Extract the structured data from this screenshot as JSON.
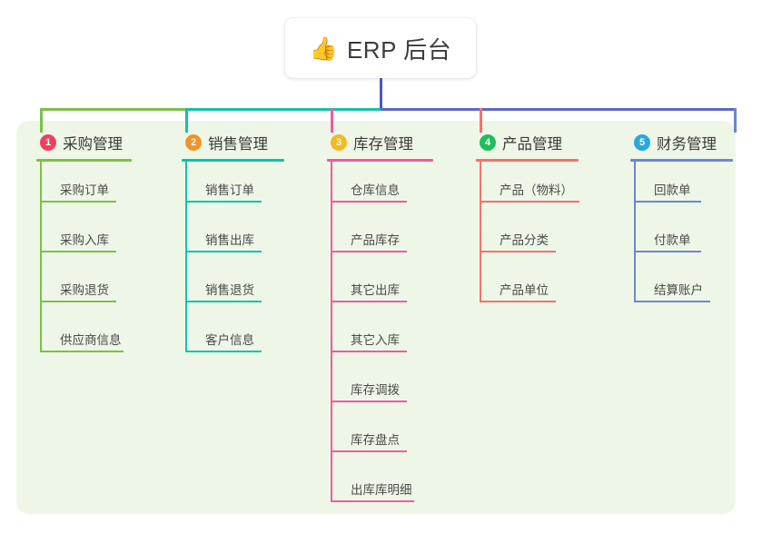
{
  "root": {
    "icon": "thumbs-up-icon",
    "icon_glyph": "👍",
    "label": "ERP 后台"
  },
  "panel": {
    "background_color": "#eef7e7"
  },
  "connectors": {
    "trunk_color": "#4558bf",
    "bar_segments": [
      {
        "color": "#7cc04a"
      },
      {
        "color": "#0fc2ae"
      },
      {
        "color": "#5b69c9"
      }
    ]
  },
  "columns": [
    {
      "number": "1",
      "title": "采购管理",
      "badge_color": "#ef4060",
      "line_color": "#7cc04a",
      "rule_width": 105,
      "items": [
        {
          "label": "采购订单",
          "rule_width": 84
        },
        {
          "label": "采购入库",
          "rule_width": 84
        },
        {
          "label": "采购退货",
          "rule_width": 84
        },
        {
          "label": "供应商信息",
          "rule_width": 92
        }
      ]
    },
    {
      "number": "2",
      "title": "销售管理",
      "badge_color": "#f0942a",
      "line_color": "#0fc2ae",
      "rule_width": 113,
      "items": [
        {
          "label": "销售订单",
          "rule_width": 84
        },
        {
          "label": "销售出库",
          "rule_width": 84
        },
        {
          "label": "销售退货",
          "rule_width": 84
        },
        {
          "label": "客户信息",
          "rule_width": 84
        }
      ]
    },
    {
      "number": "3",
      "title": "库存管理",
      "badge_color": "#f5b921",
      "line_color": "#ef5ba1",
      "rule_width": 117,
      "items": [
        {
          "label": "仓库信息",
          "rule_width": 84
        },
        {
          "label": "产品库存",
          "rule_width": 84
        },
        {
          "label": "其它出库",
          "rule_width": 84
        },
        {
          "label": "其它入库",
          "rule_width": 84
        },
        {
          "label": "库存调拨",
          "rule_width": 84
        },
        {
          "label": "库存盘点",
          "rule_width": 84
        },
        {
          "label": "出库库明细",
          "rule_width": 92
        }
      ]
    },
    {
      "number": "4",
      "title": "产品管理",
      "badge_color": "#1dbf5a",
      "line_color": "#f2726e",
      "rule_width": 113,
      "items": [
        {
          "label": "产品（物料）",
          "rule_width": 110
        },
        {
          "label": "产品分类",
          "rule_width": 84
        },
        {
          "label": "产品单位",
          "rule_width": 84
        }
      ]
    },
    {
      "number": "5",
      "title": "财务管理",
      "badge_color": "#29a8e0",
      "line_color": "#6d85d8",
      "rule_width": 113,
      "items": [
        {
          "label": "回款单",
          "rule_width": 74
        },
        {
          "label": "付款单",
          "rule_width": 74
        },
        {
          "label": "结算账户",
          "rule_width": 84
        }
      ]
    }
  ]
}
